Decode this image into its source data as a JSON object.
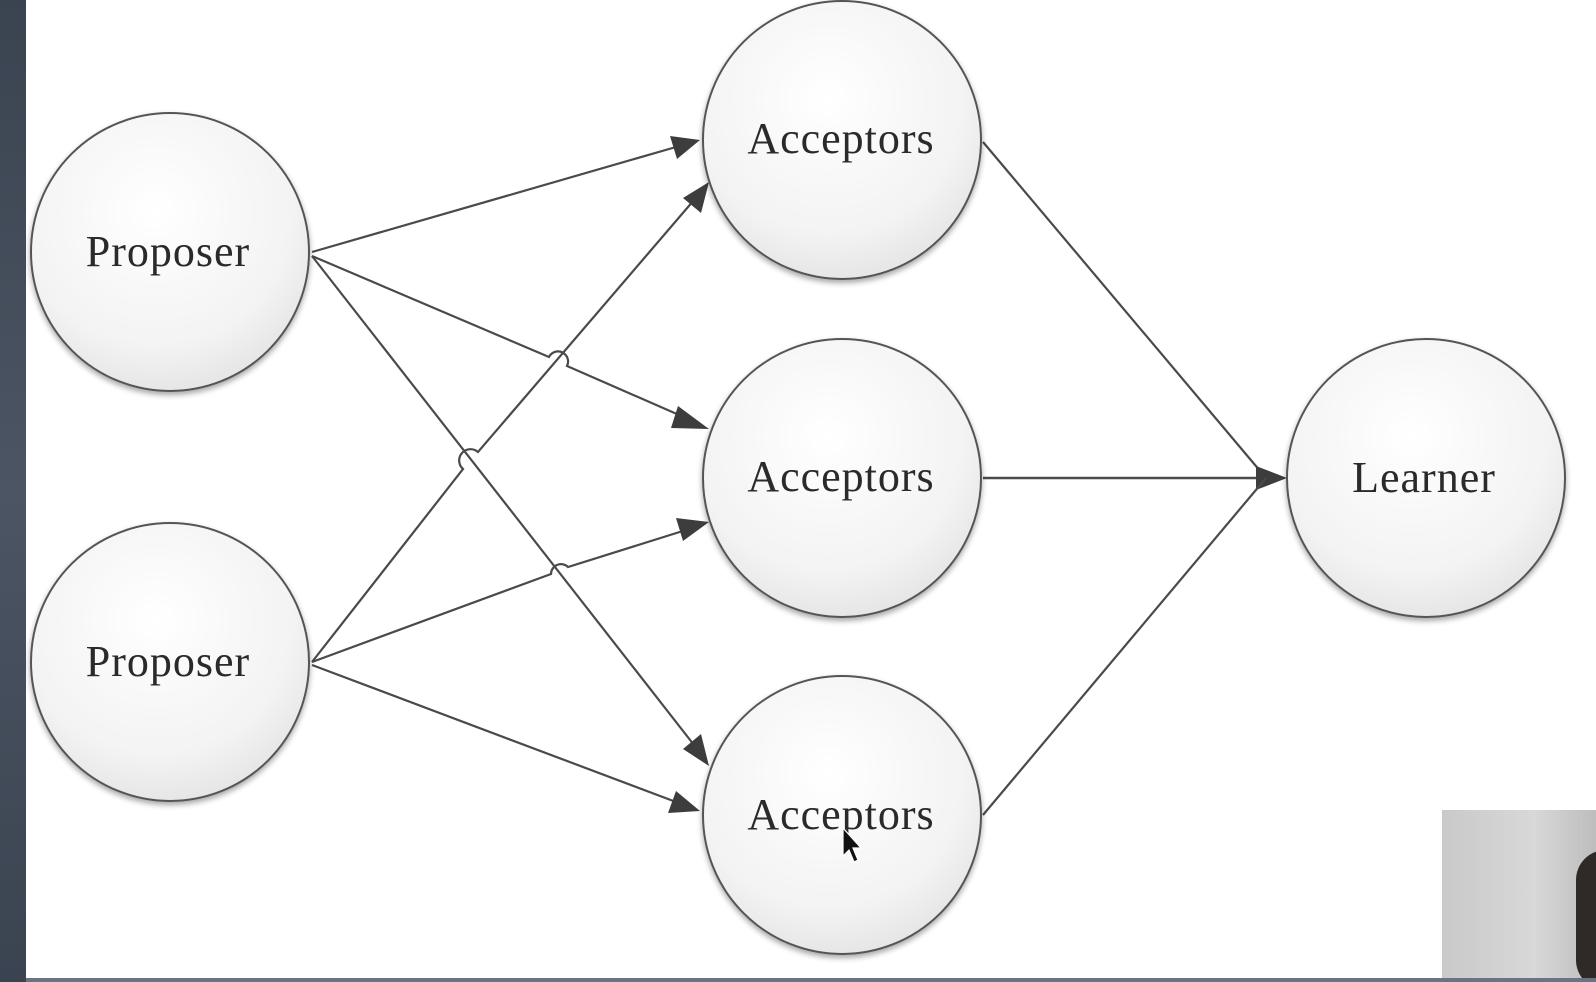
{
  "diagram": {
    "nodes": [
      {
        "id": "proposer-1",
        "label": "Proposer"
      },
      {
        "id": "proposer-2",
        "label": "Proposer"
      },
      {
        "id": "acceptors-1",
        "label": "Acceptors"
      },
      {
        "id": "acceptors-2",
        "label": "Acceptors"
      },
      {
        "id": "acceptors-3",
        "label": "Acceptors"
      },
      {
        "id": "learner",
        "label": "Learner"
      }
    ],
    "edges": [
      {
        "from": "proposer-1",
        "to": "acceptors-1"
      },
      {
        "from": "proposer-1",
        "to": "acceptors-2"
      },
      {
        "from": "proposer-1",
        "to": "acceptors-3"
      },
      {
        "from": "proposer-2",
        "to": "acceptors-1"
      },
      {
        "from": "proposer-2",
        "to": "acceptors-2"
      },
      {
        "from": "proposer-2",
        "to": "acceptors-3"
      },
      {
        "from": "acceptors-1",
        "to": "learner"
      },
      {
        "from": "acceptors-2",
        "to": "learner"
      },
      {
        "from": "acceptors-3",
        "to": "learner"
      }
    ],
    "colors": {
      "line": "#4a4a4a",
      "node_stroke": "#555555",
      "node_fill_light": "#ffffff",
      "node_fill_dark": "#e6e6e6"
    }
  }
}
